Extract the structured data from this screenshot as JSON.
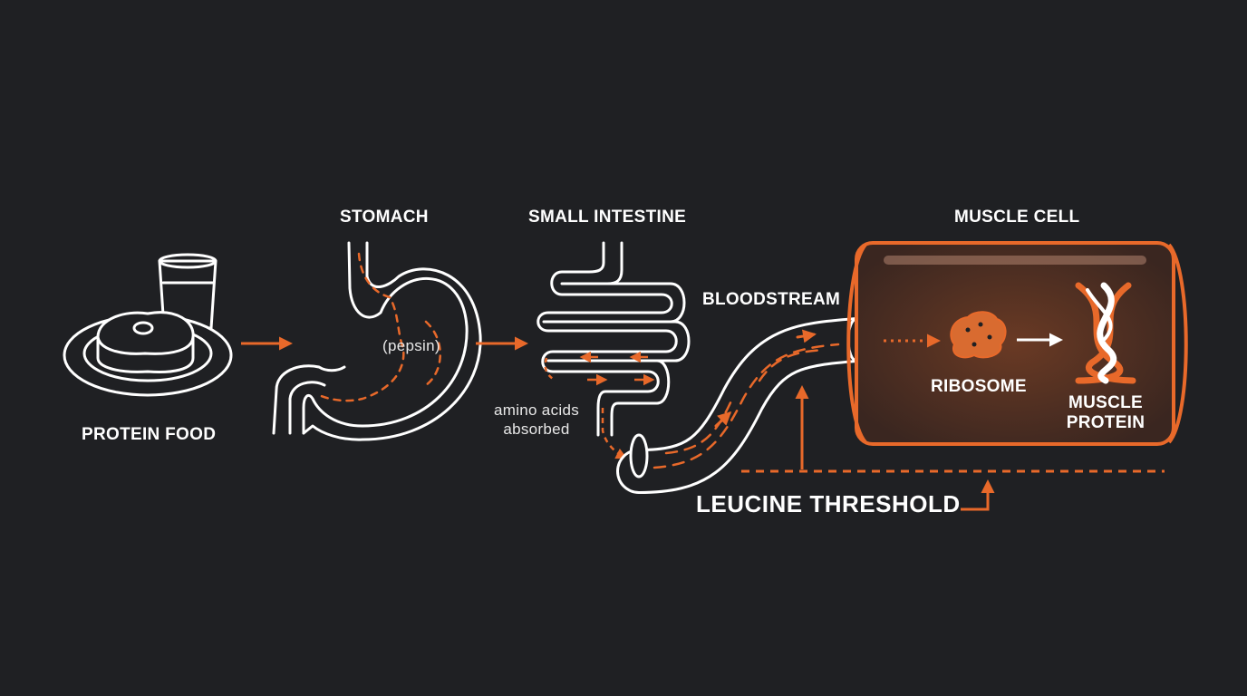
{
  "stages": {
    "food": "PROTEIN FOOD",
    "stomach": "STOMACH",
    "intestine": "SMALL INTESTINE",
    "bloodstream": "BLOODSTREAM",
    "muscle_cell": "MUSCLE CELL"
  },
  "annotations": {
    "pepsin": "(pepsin)",
    "amino_line1": "amino acids",
    "amino_line2": "absorbed",
    "ribosome": "RIBOSOME",
    "muscle_protein_line1": "MUSCLE",
    "muscle_protein_line2": "PROTEIN",
    "threshold": "LEUCINE THRESHOLD"
  },
  "colors": {
    "background": "#1f2023",
    "line": "#ffffff",
    "accent": "#e8692a"
  }
}
